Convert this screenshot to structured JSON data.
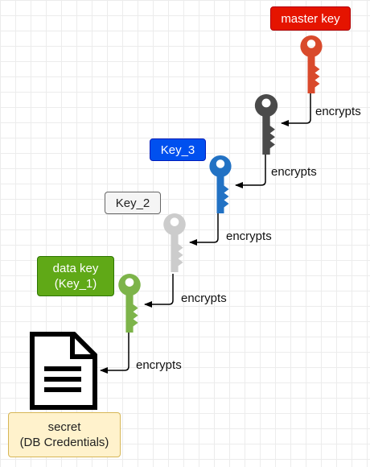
{
  "labels": {
    "master_key": "master key",
    "key_3": "Key_3",
    "key_2": "Key_2",
    "data_key": "data key\n(Key_1)",
    "secret": "secret\n(DB Credentials)"
  },
  "edges": {
    "master_to_dark": "encrypts",
    "dark_to_key3": "encrypts",
    "key3_to_key2": "encrypts",
    "key2_to_data": "encrypts",
    "data_to_secret": "encrypts"
  },
  "colors": {
    "master_key": "#d94a2c",
    "intermediate_key": "#4a4a4a",
    "key_3": "#2272c4",
    "key_2": "#cccccc",
    "data_key": "#7db44a"
  },
  "icons": [
    "key-icon",
    "document-icon"
  ]
}
